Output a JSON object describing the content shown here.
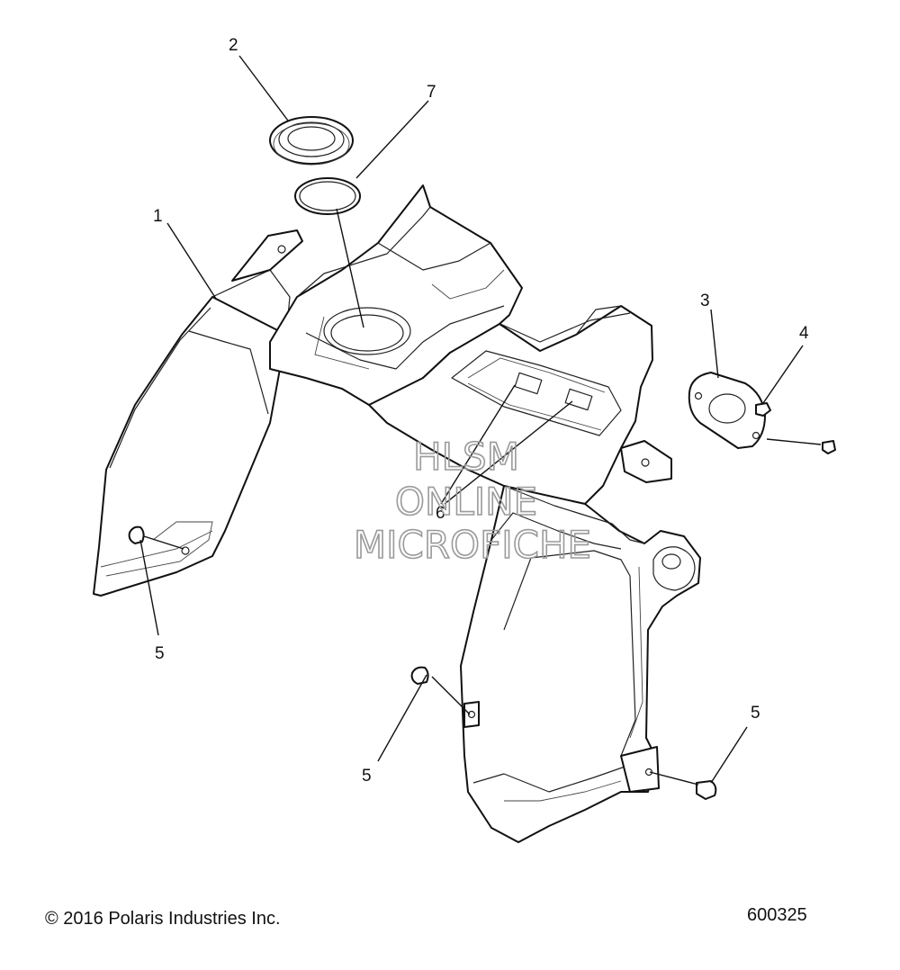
{
  "diagram": {
    "callouts": [
      {
        "label": "1"
      },
      {
        "label": "2"
      },
      {
        "label": "7"
      },
      {
        "label": "3"
      },
      {
        "label": "4"
      },
      {
        "label": "5"
      },
      {
        "label": "6"
      },
      {
        "label": "5"
      },
      {
        "label": "5"
      }
    ],
    "watermark": {
      "line1": "HLSM",
      "line2": "ONLINE",
      "line3": "MICROFICHE"
    }
  },
  "footer": {
    "copyright": "© 2016 Polaris Industries Inc.",
    "drawing_number": "600325"
  }
}
